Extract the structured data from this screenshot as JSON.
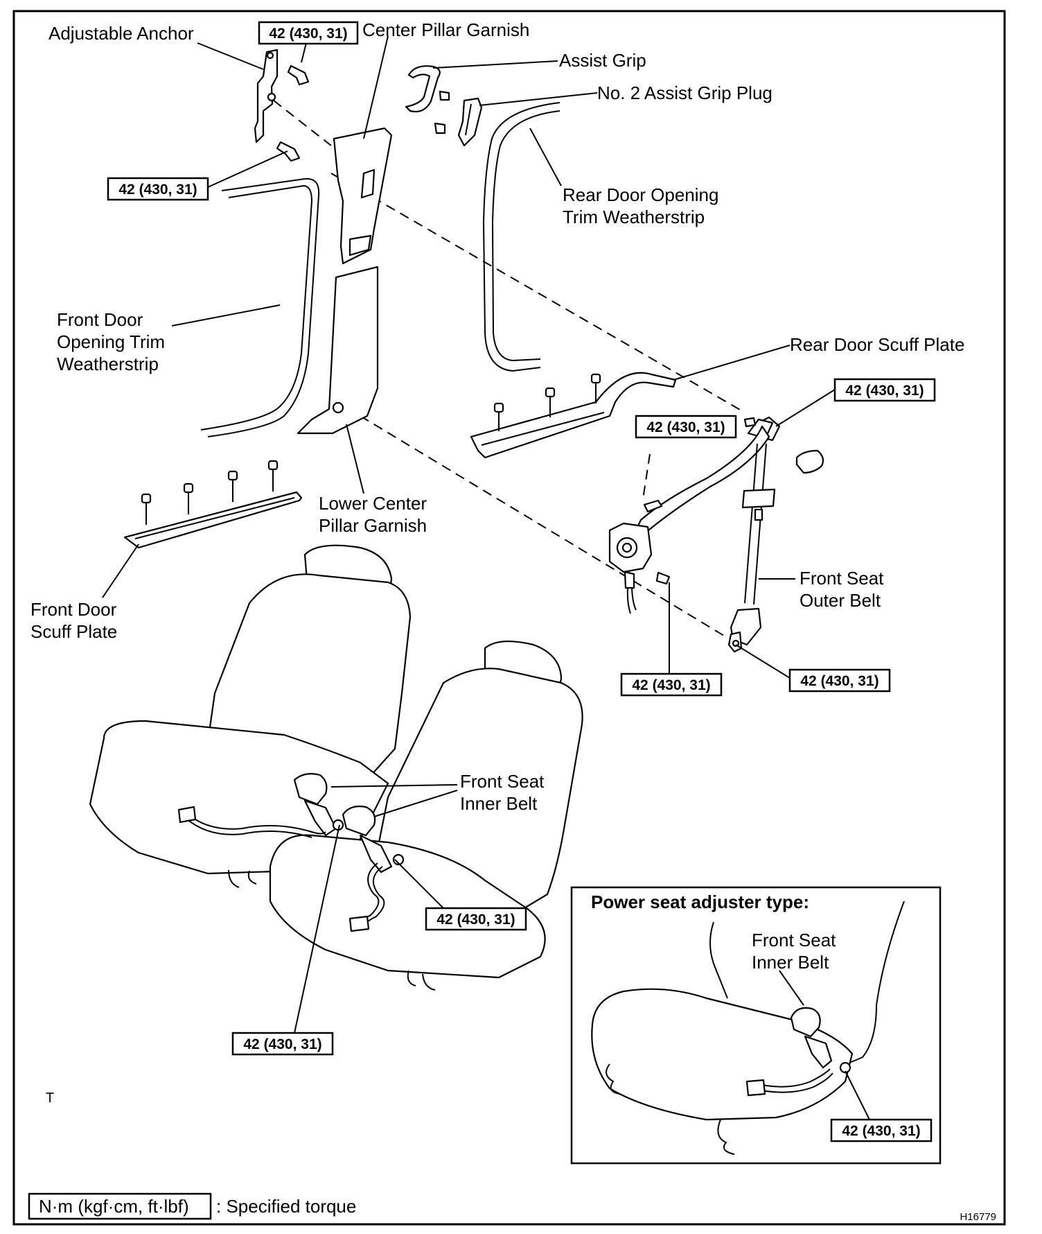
{
  "labels": {
    "adjustable_anchor": "Adjustable Anchor",
    "center_pillar_garnish": "Center Pillar Garnish",
    "assist_grip": "Assist Grip",
    "no2_assist_grip_plug": "No. 2 Assist Grip Plug",
    "rear_door_opening_trim_weatherstrip_1": "Rear Door Opening",
    "rear_door_opening_trim_weatherstrip_2": "Trim Weatherstrip",
    "front_door_opening_trim_weatherstrip_1": "Front Door",
    "front_door_opening_trim_weatherstrip_2": "Opening Trim",
    "front_door_opening_trim_weatherstrip_3": "Weatherstrip",
    "rear_door_scuff_plate": "Rear Door Scuff Plate",
    "lower_center_pillar_garnish_1": "Lower Center",
    "lower_center_pillar_garnish_2": "Pillar Garnish",
    "front_door_scuff_plate_1": "Front Door",
    "front_door_scuff_plate_2": "Scuff Plate",
    "front_seat_outer_belt_1": "Front Seat",
    "front_seat_outer_belt_2": "Outer Belt",
    "front_seat_inner_belt_1": "Front Seat",
    "front_seat_inner_belt_2": "Inner Belt"
  },
  "torque_spec": "42 (430, 31)",
  "inset": {
    "title": "Power seat adjuster type:",
    "label_1": "Front Seat",
    "label_2": "Inner Belt"
  },
  "legend": {
    "unit_box": "N·m (kgf·cm, ft·lbf)",
    "description": ": Specified torque"
  },
  "marks": {
    "t_mark": "T",
    "figure_id": "H16779"
  }
}
